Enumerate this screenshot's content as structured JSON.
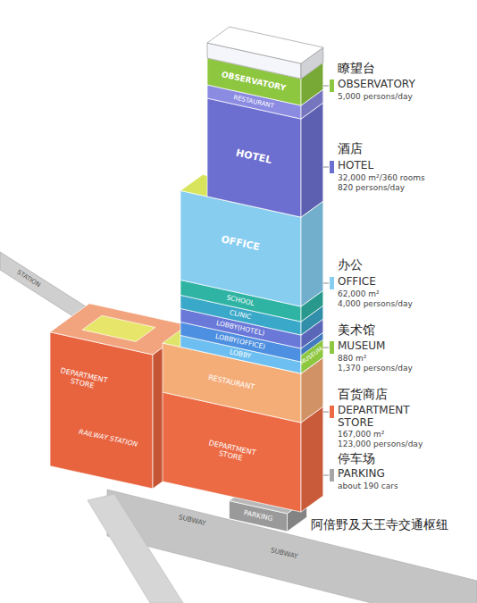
{
  "diagram": {
    "labels": [
      "OBSERVATORY",
      "RESTAURANT",
      "HOTEL",
      "OFFICE",
      "SCHOOL",
      "CLINIC",
      "LOBBY(HOTEL)",
      "LOBBY(OFFICE)",
      "LOBBY",
      "MUSEUM",
      "RESTAURANT",
      "DEPARTMENT STORE",
      "DEPARTMENT STORE",
      "RAILWAY STATION",
      "STATION",
      "PARKING",
      "SUBWAY",
      "SUBWAY",
      "阿倍野及天王寺交通枢纽",
      "瞭望台",
      "5,000 persons/day",
      "酒店",
      "32,000 m²/360 rooms",
      "820 persons/day",
      "办公",
      "62,000 m²",
      "4,000 persons/day",
      "美术馆",
      "880 m²",
      "1,370 persons/day",
      "百货商店",
      "167,000 m²",
      "123,000 persons/day",
      "停车场",
      "about 190 cars"
    ],
    "legend": [
      {
        "text": "OBSERVATORY",
        "color": "#8dc63f"
      },
      {
        "text": "HOTEL",
        "color": "#6d6fd0"
      },
      {
        "text": "OFFICE",
        "color": "#86cdf0"
      },
      {
        "text": "MUSEUM",
        "color": "#8dc63f"
      },
      {
        "text": "DEPARTMENT STORE",
        "color": "#ec6b45"
      },
      {
        "text": "PARKING",
        "color": "#a6a6a6"
      }
    ]
  }
}
